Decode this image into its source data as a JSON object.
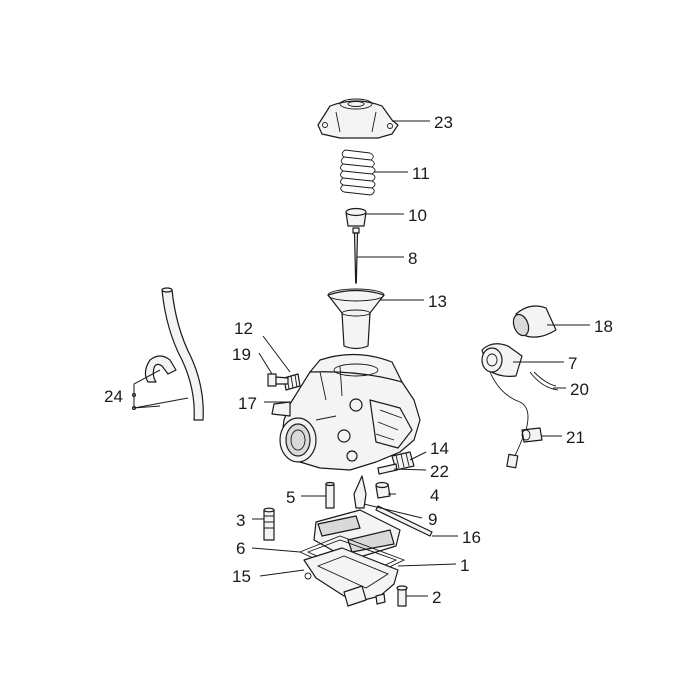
{
  "callouts": [
    {
      "id": "23",
      "label": "23"
    },
    {
      "id": "11",
      "label": "11"
    },
    {
      "id": "10",
      "label": "10"
    },
    {
      "id": "8",
      "label": "8"
    },
    {
      "id": "13",
      "label": "13"
    },
    {
      "id": "18",
      "label": "18"
    },
    {
      "id": "12",
      "label": "12"
    },
    {
      "id": "19",
      "label": "19"
    },
    {
      "id": "7",
      "label": "7"
    },
    {
      "id": "20",
      "label": "20"
    },
    {
      "id": "24",
      "label": "24"
    },
    {
      "id": "17",
      "label": "17"
    },
    {
      "id": "21",
      "label": "21"
    },
    {
      "id": "14",
      "label": "14"
    },
    {
      "id": "22",
      "label": "22"
    },
    {
      "id": "5",
      "label": "5"
    },
    {
      "id": "4",
      "label": "4"
    },
    {
      "id": "3",
      "label": "3"
    },
    {
      "id": "9",
      "label": "9"
    },
    {
      "id": "16",
      "label": "16"
    },
    {
      "id": "6",
      "label": "6"
    },
    {
      "id": "1",
      "label": "1"
    },
    {
      "id": "15",
      "label": "15"
    },
    {
      "id": "2",
      "label": "2"
    }
  ]
}
